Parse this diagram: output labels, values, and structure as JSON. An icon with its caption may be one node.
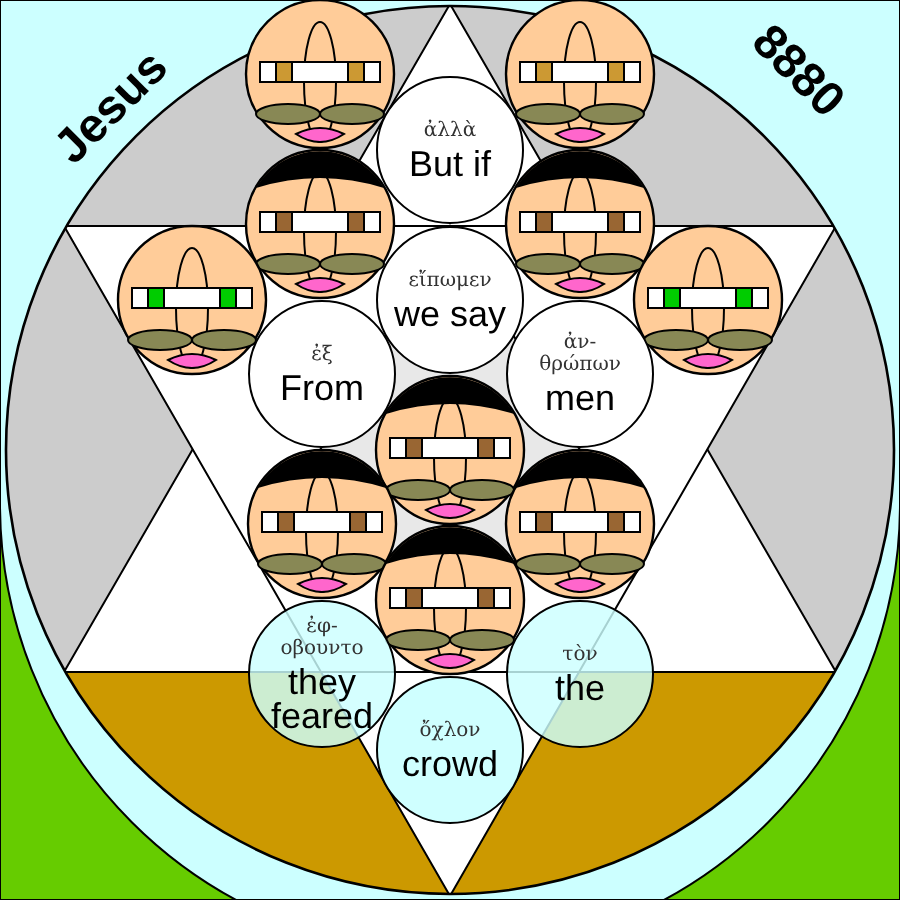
{
  "diagram": {
    "nodes": [
      {
        "text": [
          "ἀλλὰ",
          "But if"
        ]
      },
      {
        "text": [
          "εἴπωμεν",
          "we say"
        ]
      },
      {
        "text": [
          "ἐξ",
          "From"
        ]
      },
      {
        "text": [
          "ἀν- θρώπων",
          "men"
        ]
      },
      {
        "text": [
          "ἐφ- οβουντο",
          "they feared"
        ]
      },
      {
        "text": [
          "τὸν",
          "the"
        ]
      },
      {
        "text": [
          "ὄχλον",
          "crowd"
        ]
      }
    ],
    "labels": [
      "Jesus",
      "8880"
    ]
  }
}
